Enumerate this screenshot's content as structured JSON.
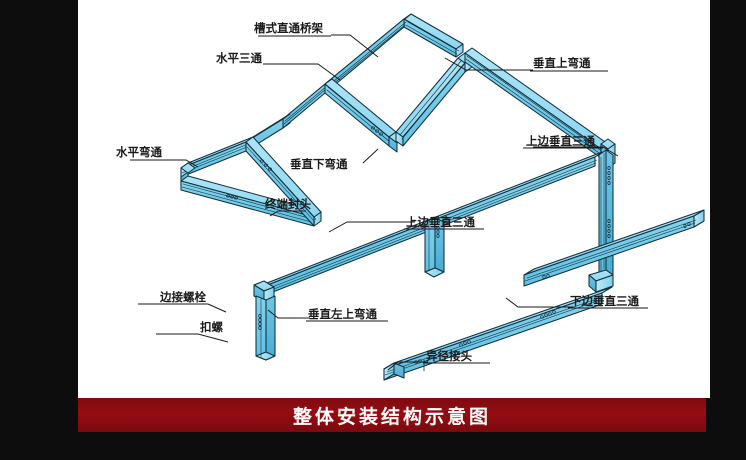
{
  "banner": {
    "title": "整体安装结构示意图"
  },
  "diagram": {
    "background_color": "#ffffff",
    "outer_background_color": "#0e0d0d",
    "banner_color": "#8e0b11",
    "part_fill_top": "#8fd9f2",
    "part_fill_side": "#6fc9e8",
    "part_fill_dark": "#4fb4d8",
    "part_stroke": "#0f2d3d",
    "labels": [
      {
        "id": "trough-straight-tray",
        "text": "槽式直通桥架"
      },
      {
        "id": "horizontal-tee",
        "text": "水平三通"
      },
      {
        "id": "vertical-up-bend",
        "text": "垂直上弯通"
      },
      {
        "id": "horizontal-bend",
        "text": "水平弯通"
      },
      {
        "id": "vertical-down-bend",
        "text": "垂直下弯通"
      },
      {
        "id": "upper-vertical-tee-right",
        "text": "上边垂直三通"
      },
      {
        "id": "terminal-end-cap",
        "text": "终端封头"
      },
      {
        "id": "upper-vertical-tee-mid",
        "text": "上边垂直三通"
      },
      {
        "id": "side-connect-bolt",
        "text": "边接螺栓"
      },
      {
        "id": "lock-nut",
        "text": "扣螺"
      },
      {
        "id": "vertical-left-up-bend",
        "text": "垂直左上弯通"
      },
      {
        "id": "lower-vertical-tee",
        "text": "下边垂直三通"
      },
      {
        "id": "reducer-joint",
        "text": "异径接头"
      }
    ]
  }
}
